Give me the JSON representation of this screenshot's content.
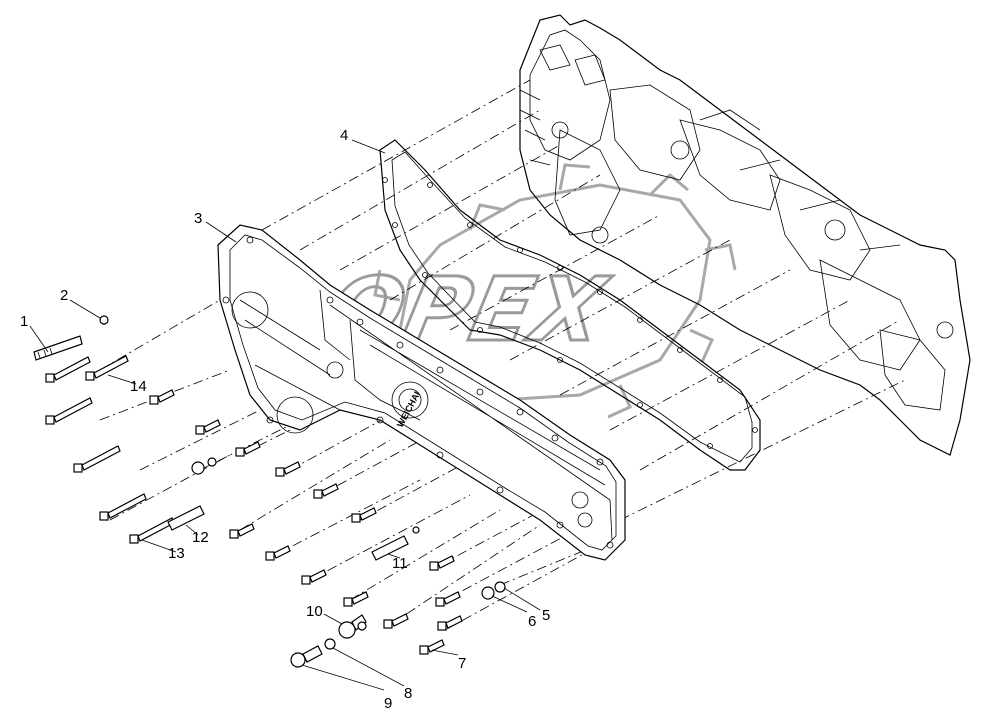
{
  "watermark": {
    "text": "OPEX"
  },
  "cover_logo": {
    "text": "WEICHAI"
  },
  "callouts": [
    {
      "id": "1",
      "label": "1"
    },
    {
      "id": "2",
      "label": "2"
    },
    {
      "id": "3",
      "label": "3"
    },
    {
      "id": "4",
      "label": "4"
    },
    {
      "id": "5",
      "label": "5"
    },
    {
      "id": "6",
      "label": "6"
    },
    {
      "id": "7",
      "label": "7"
    },
    {
      "id": "8",
      "label": "8"
    },
    {
      "id": "9",
      "label": "9"
    },
    {
      "id": "10",
      "label": "10"
    },
    {
      "id": "11",
      "label": "11"
    },
    {
      "id": "12",
      "label": "12"
    },
    {
      "id": "13",
      "label": "13"
    },
    {
      "id": "14",
      "label": "14"
    }
  ]
}
